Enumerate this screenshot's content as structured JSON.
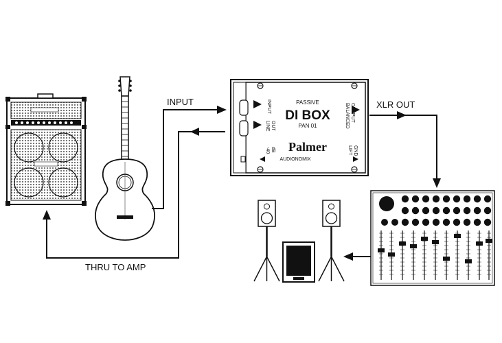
{
  "connections": {
    "input": "INPUT",
    "xlr_out": "XLR OUT",
    "thru_to_amp": "THRU TO AMP"
  },
  "di_box": {
    "subtitle": "PASSIVE",
    "title": "DI BOX",
    "model": "PAN 01",
    "brand": "Palmer",
    "brand_sub": "AUDIONOMIX",
    "input_jack": "INPUT",
    "line_out_jack_l1": "LINE",
    "line_out_jack_l2": "OUT",
    "balanced_l1": "BALANCED",
    "balanced_l2": "OUTPUT",
    "db_switch_l1": "-40",
    "db_switch_l2": "dB",
    "lift_gnd_l1": "LIFT",
    "lift_gnd_l2": "GND"
  },
  "icons": [
    "guitar-amp-icon",
    "acoustic-guitar-icon",
    "di-box-icon",
    "mixer-icon",
    "speaker-icon",
    "subwoofer-icon"
  ],
  "colors": {
    "line": "#111111",
    "background": "#ffffff"
  }
}
